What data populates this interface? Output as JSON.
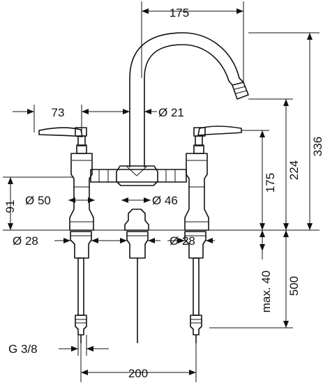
{
  "dimensions": {
    "spout_reach": "175",
    "handle_offset": "73",
    "spout_diameter": "Ø 21",
    "total_height": "336",
    "spout_outlet_height": "224",
    "handle_height": "175",
    "body_height": "91",
    "body_diameter_left": "Ø 50",
    "body_diameter_center": "Ø 46",
    "shank_diameter_left": "Ø 28",
    "shank_diameter_right": "Ø 28",
    "max_thickness": "max. 40",
    "hose_length": "500",
    "connection_thread": "G 3/8",
    "center_distance": "200"
  }
}
